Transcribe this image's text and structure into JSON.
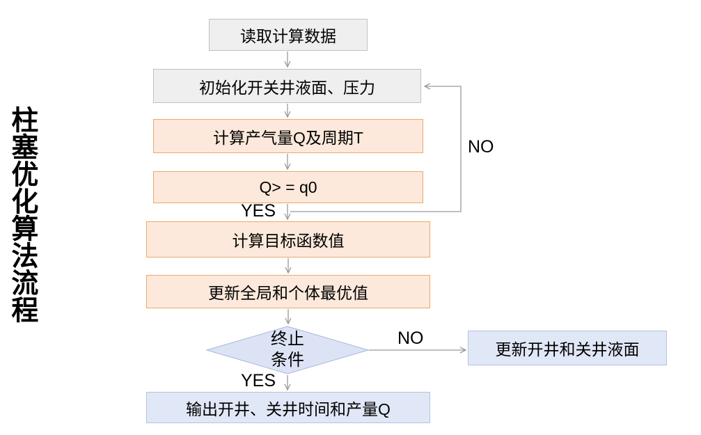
{
  "title": "柱塞优化算法流程",
  "colors": {
    "gray_fill": "#EFEFEF",
    "gray_border": "#C0C0C0",
    "orange_fill": "#FCE9DB",
    "orange_border": "#EDA869",
    "blue_fill": "#E0E7F6",
    "blue_border": "#B7C2E2",
    "diamond_fill": "#DCE3F5",
    "diamond_border": "#A9B5DC",
    "connector": "#999999",
    "text": "#000000"
  },
  "nodes": {
    "read_data": {
      "label": "读取计算数据"
    },
    "init": {
      "label": "初始化开关井液面、压力"
    },
    "calc_gas": {
      "label": "计算产气量Q及周期T"
    },
    "q_check": {
      "label": "Q> = q0"
    },
    "calc_objective": {
      "label": "计算目标函数值"
    },
    "update_best": {
      "label": "更新全局和个体最优值"
    },
    "terminate": {
      "line1": "终止",
      "line2": "条件"
    },
    "output": {
      "label": "输出开井、关井时间和产量Q"
    },
    "update_levels": {
      "label": "更新开井和关井液面"
    }
  },
  "edge_labels": {
    "loop_no": "NO",
    "q_yes": "YES",
    "terminate_no": "NO",
    "terminate_yes": "YES"
  }
}
